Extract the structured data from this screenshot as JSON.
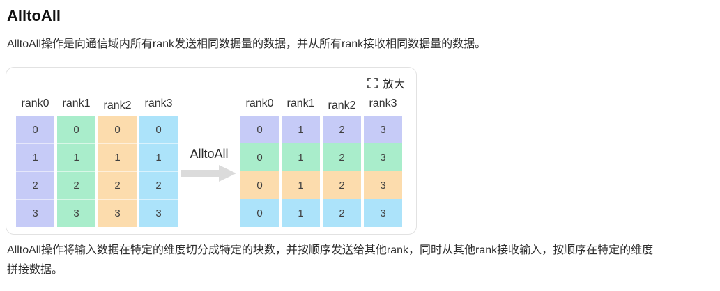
{
  "page": {
    "title": "AlltoAll",
    "intro": "AlltoAll操作是向通信域内所有rank发送相同数据量的数据，并从所有rank接收相同数据量的数据。",
    "footer_lines": [
      "AlltoAll操作将输入数据在特定的维度切分成特定的块数，并按顺序发送给其他rank，同时从其他rank接收输入，按顺序在特定的维度",
      "拼接数据。"
    ]
  },
  "figure": {
    "zoom_label": "放大",
    "zoom_icon": "expand-icon",
    "operation_label": "AlltoAll",
    "arrow_icon": "arrow-right-icon",
    "arrow_color": "#dbdbdb",
    "card_border_color": "#e2e2e2",
    "colors": {
      "rank0": "#c6cbf7",
      "rank1": "#a9edcb",
      "rank2": "#fcdcad",
      "rank3": "#ace3fa"
    },
    "input_table": {
      "headers": [
        "rank0",
        "rank1",
        "rank2",
        "rank3"
      ],
      "color_by": "column",
      "columns": [
        [
          "0",
          "1",
          "2",
          "3"
        ],
        [
          "0",
          "1",
          "2",
          "3"
        ],
        [
          "0",
          "1",
          "2",
          "3"
        ],
        [
          "0",
          "1",
          "2",
          "3"
        ]
      ]
    },
    "output_table": {
      "headers": [
        "rank0",
        "rank1",
        "rank2",
        "rank3"
      ],
      "color_by": "row",
      "columns": [
        [
          "0",
          "0",
          "0",
          "0"
        ],
        [
          "1",
          "1",
          "1",
          "1"
        ],
        [
          "2",
          "2",
          "2",
          "2"
        ],
        [
          "3",
          "3",
          "3",
          "3"
        ]
      ]
    }
  }
}
